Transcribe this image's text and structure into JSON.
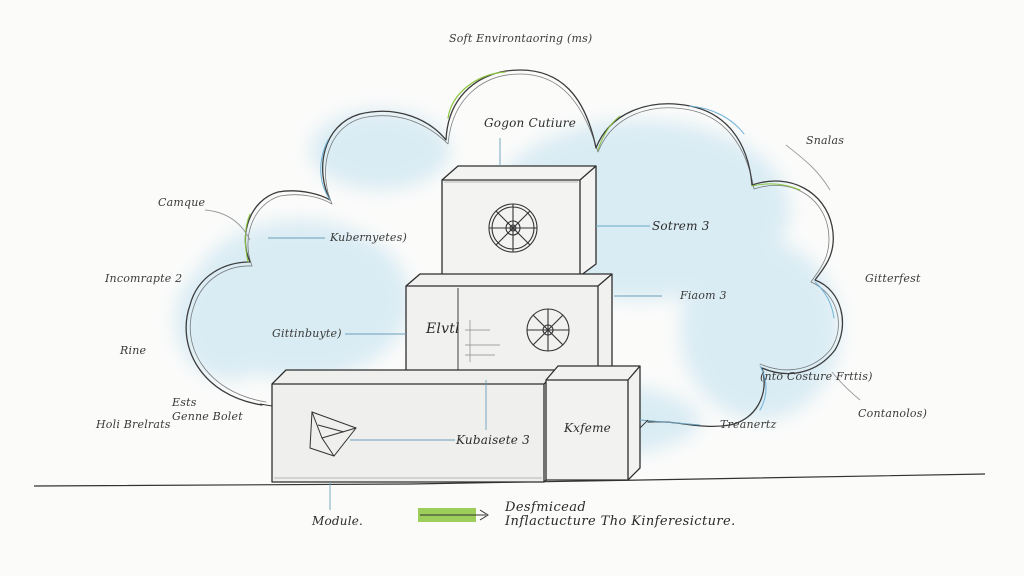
{
  "diagram": {
    "title": "Soft Environtaoring (ms)",
    "top_label": "Gogon Cutiure",
    "left_labels": {
      "camque": "Camque",
      "kubernetes": "Kubernyetes)",
      "incomepte": "Incomrapte 2",
      "rine": "Rine",
      "gittinbuyte": "Gittinbuyte)",
      "ests": "Ests",
      "genne_bolet": "Genne Bolet",
      "holibrelrats": "Holi Brelrats"
    },
    "right_labels": {
      "snalas": "Snalas",
      "sotrem": "Sotrem 3",
      "fiaom": "Fiaom 3",
      "gitterfest": "Gitterfest",
      "into_costure": "(nto Costure Frttis)",
      "contarolos": "Contanolos)",
      "treanentz": "Treanertz"
    },
    "boxes": {
      "mid_left": "Elvtl",
      "bottom_left": "Kubaisete 3",
      "bottom_right": "Kxfeme"
    },
    "bottom_label": "Module.",
    "caption_line1": "Desfmicead",
    "caption_line2": "Inflactucture Tho Kinferesicture.",
    "arrow_color": "#8cc63f",
    "cloud_wash": "#bfe0ef"
  }
}
